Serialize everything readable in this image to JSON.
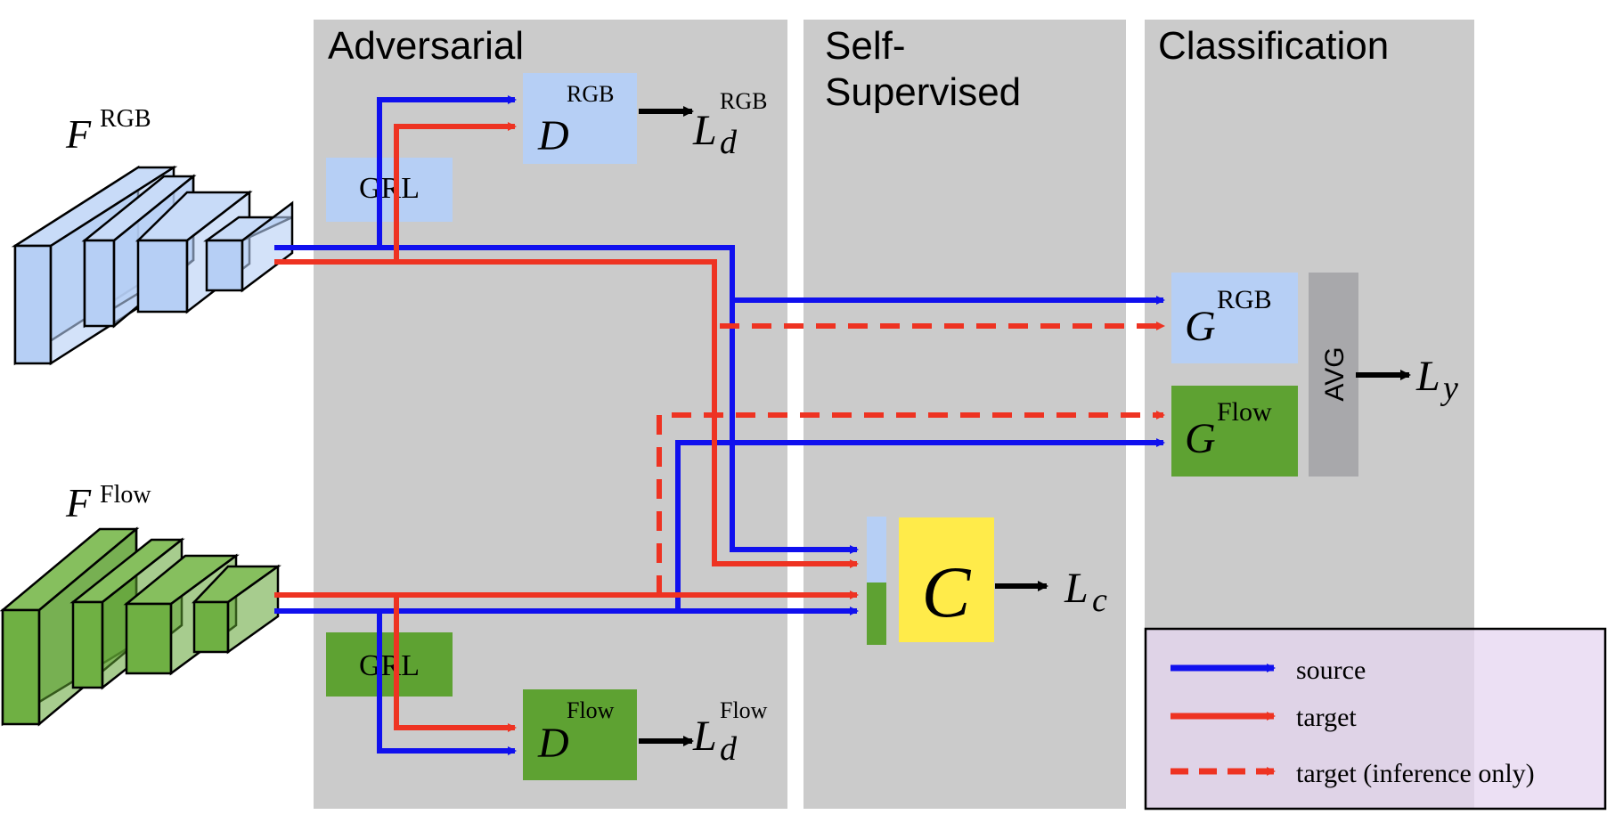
{
  "panels": {
    "adversarial": "Adversarial",
    "self_supervised_line1": "Self-",
    "self_supervised_line2": "Supervised",
    "classification": "Classification"
  },
  "features": {
    "rgb": {
      "symbol": "F",
      "sup": "RGB"
    },
    "flow": {
      "symbol": "F",
      "sup": "Flow"
    }
  },
  "grl_rgb": "GRL",
  "grl_flow": "GRL",
  "discriminators": {
    "rgb": {
      "symbol": "D",
      "sup": "RGB",
      "loss": "L",
      "loss_sub": "d",
      "loss_sup": "RGB"
    },
    "flow": {
      "symbol": "D",
      "sup": "Flow",
      "loss": "L",
      "loss_sub": "d",
      "loss_sup": "Flow"
    }
  },
  "classifiers": {
    "rgb": {
      "symbol": "G",
      "sup": "RGB"
    },
    "flow": {
      "symbol": "G",
      "sup": "Flow"
    },
    "avg": "AVG",
    "loss": "L",
    "loss_sub": "y"
  },
  "self_supervised": {
    "symbol": "C",
    "loss": "L",
    "loss_sub": "c"
  },
  "legend": {
    "source": "source",
    "target": "target",
    "target_inference": "target (inference only)"
  },
  "colors": {
    "source": "#1010ee",
    "target": "#ee3322",
    "rgb_box": "#b6cff5",
    "flow_box": "#5ea232",
    "c_box": "#ffeb4a",
    "panel": "#cbcbcb",
    "avg_box": "#a8a8ab",
    "legend_bg": "#e6d6f0"
  }
}
